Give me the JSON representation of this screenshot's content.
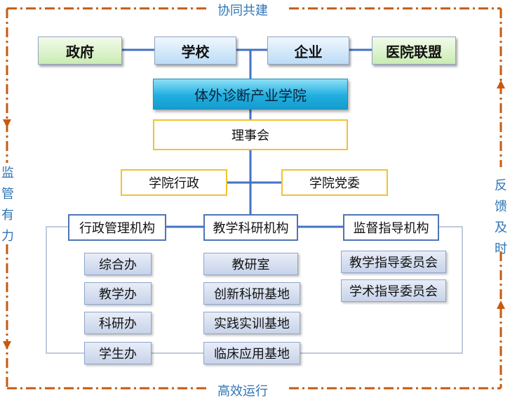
{
  "frame": {
    "top_label": "协同共建",
    "bottom_label": "高效运行",
    "left_label": "监管有力",
    "right_label": "反馈及时",
    "border_color": "#c55a11",
    "label_color": "#2e75b6"
  },
  "stakeholders": [
    "政府",
    "学校",
    "企业",
    "医院联盟"
  ],
  "institute": "体外诊断产业学院",
  "council": "理事会",
  "admin": "学院行政",
  "party": "学院党委",
  "mechanisms": [
    "行政管理机构",
    "教学科研机构",
    "监督指导机构"
  ],
  "admin_offices": [
    "综合办",
    "教学办",
    "科研办",
    "学生办"
  ],
  "teaching_units": [
    "教研室",
    "创新科研基地",
    "实践实训基地",
    "临床应用基地"
  ],
  "supervision_units": [
    "教学指导委员会",
    "学术指导委员会"
  ]
}
